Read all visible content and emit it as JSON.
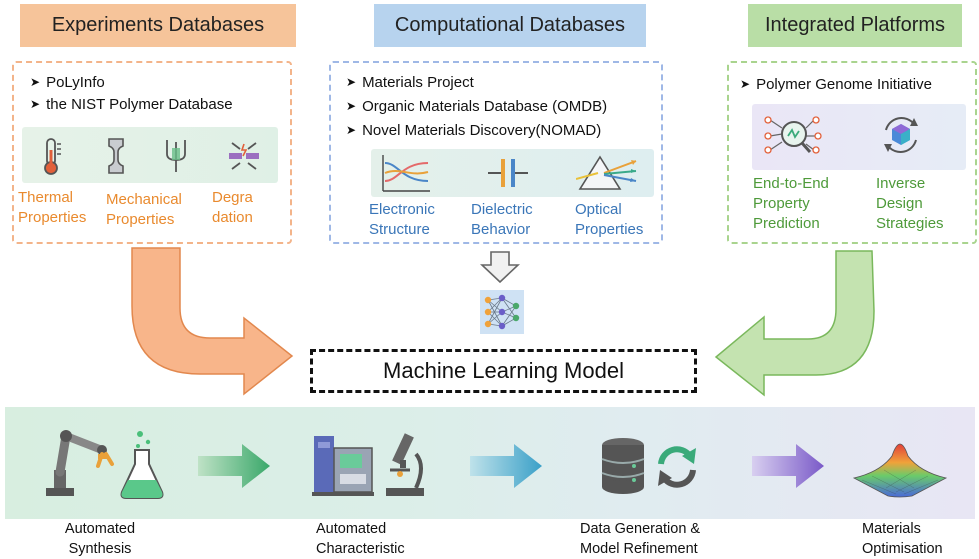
{
  "headers": {
    "experiments": "Experiments Databases",
    "computational": "Computational Databases",
    "integrated": "Integrated Platforms"
  },
  "experiments": {
    "items": [
      "PoLyInfo",
      "the NIST Polymer Database"
    ],
    "properties": [
      {
        "line1": "Thermal",
        "line2": "Properties"
      },
      {
        "line1": "Mechanical",
        "line2": "Properties"
      },
      {
        "line1": "Degra",
        "line2": "dation"
      }
    ]
  },
  "computational": {
    "items": [
      "Materials Project",
      "Organic Materials Database (OMDB)",
      "Novel Materials Discovery(NOMAD)"
    ],
    "properties": [
      {
        "line1": "Electronic",
        "line2": "Structure"
      },
      {
        "line1": "Dielectric",
        "line2": "Behavior"
      },
      {
        "line1": "Optical",
        "line2": "Properties"
      }
    ]
  },
  "integrated": {
    "items": [
      "Polymer Genome Initiative"
    ],
    "features": [
      {
        "line1": "End-to-End",
        "line2": "Property",
        "line3": "Prediction"
      },
      {
        "line1": "Inverse",
        "line2": "Design",
        "line3": "Strategies"
      }
    ]
  },
  "model": {
    "label": "Machine Learning Model"
  },
  "workflow": [
    {
      "line1": "Automated",
      "line2": "Synthesis"
    },
    {
      "line1": "Automated",
      "line2": "Characteristic"
    },
    {
      "line1": "Data Generation &",
      "line2": "Model Refinement"
    },
    {
      "line1": "Materials",
      "line2": "Optimisation"
    }
  ],
  "colors": {
    "orange": "#f6c49a",
    "blue": "#b7d3ee",
    "green": "#b9dea6",
    "arrow_orange": "#f8b58a",
    "arrow_green": "#c4e3b0"
  },
  "icons": [
    "thermometer-icon",
    "dumbbell-specimen-icon",
    "fork-probe-icon",
    "degradation-icon",
    "band-structure-icon",
    "capacitor-icon",
    "prism-icon",
    "neural-network-icon",
    "robot-arm-icon",
    "flask-icon",
    "instrument-icon",
    "microscope-icon",
    "database-icon",
    "refresh-icon",
    "surface-plot-icon",
    "search-network-icon",
    "cube-cycle-icon"
  ]
}
